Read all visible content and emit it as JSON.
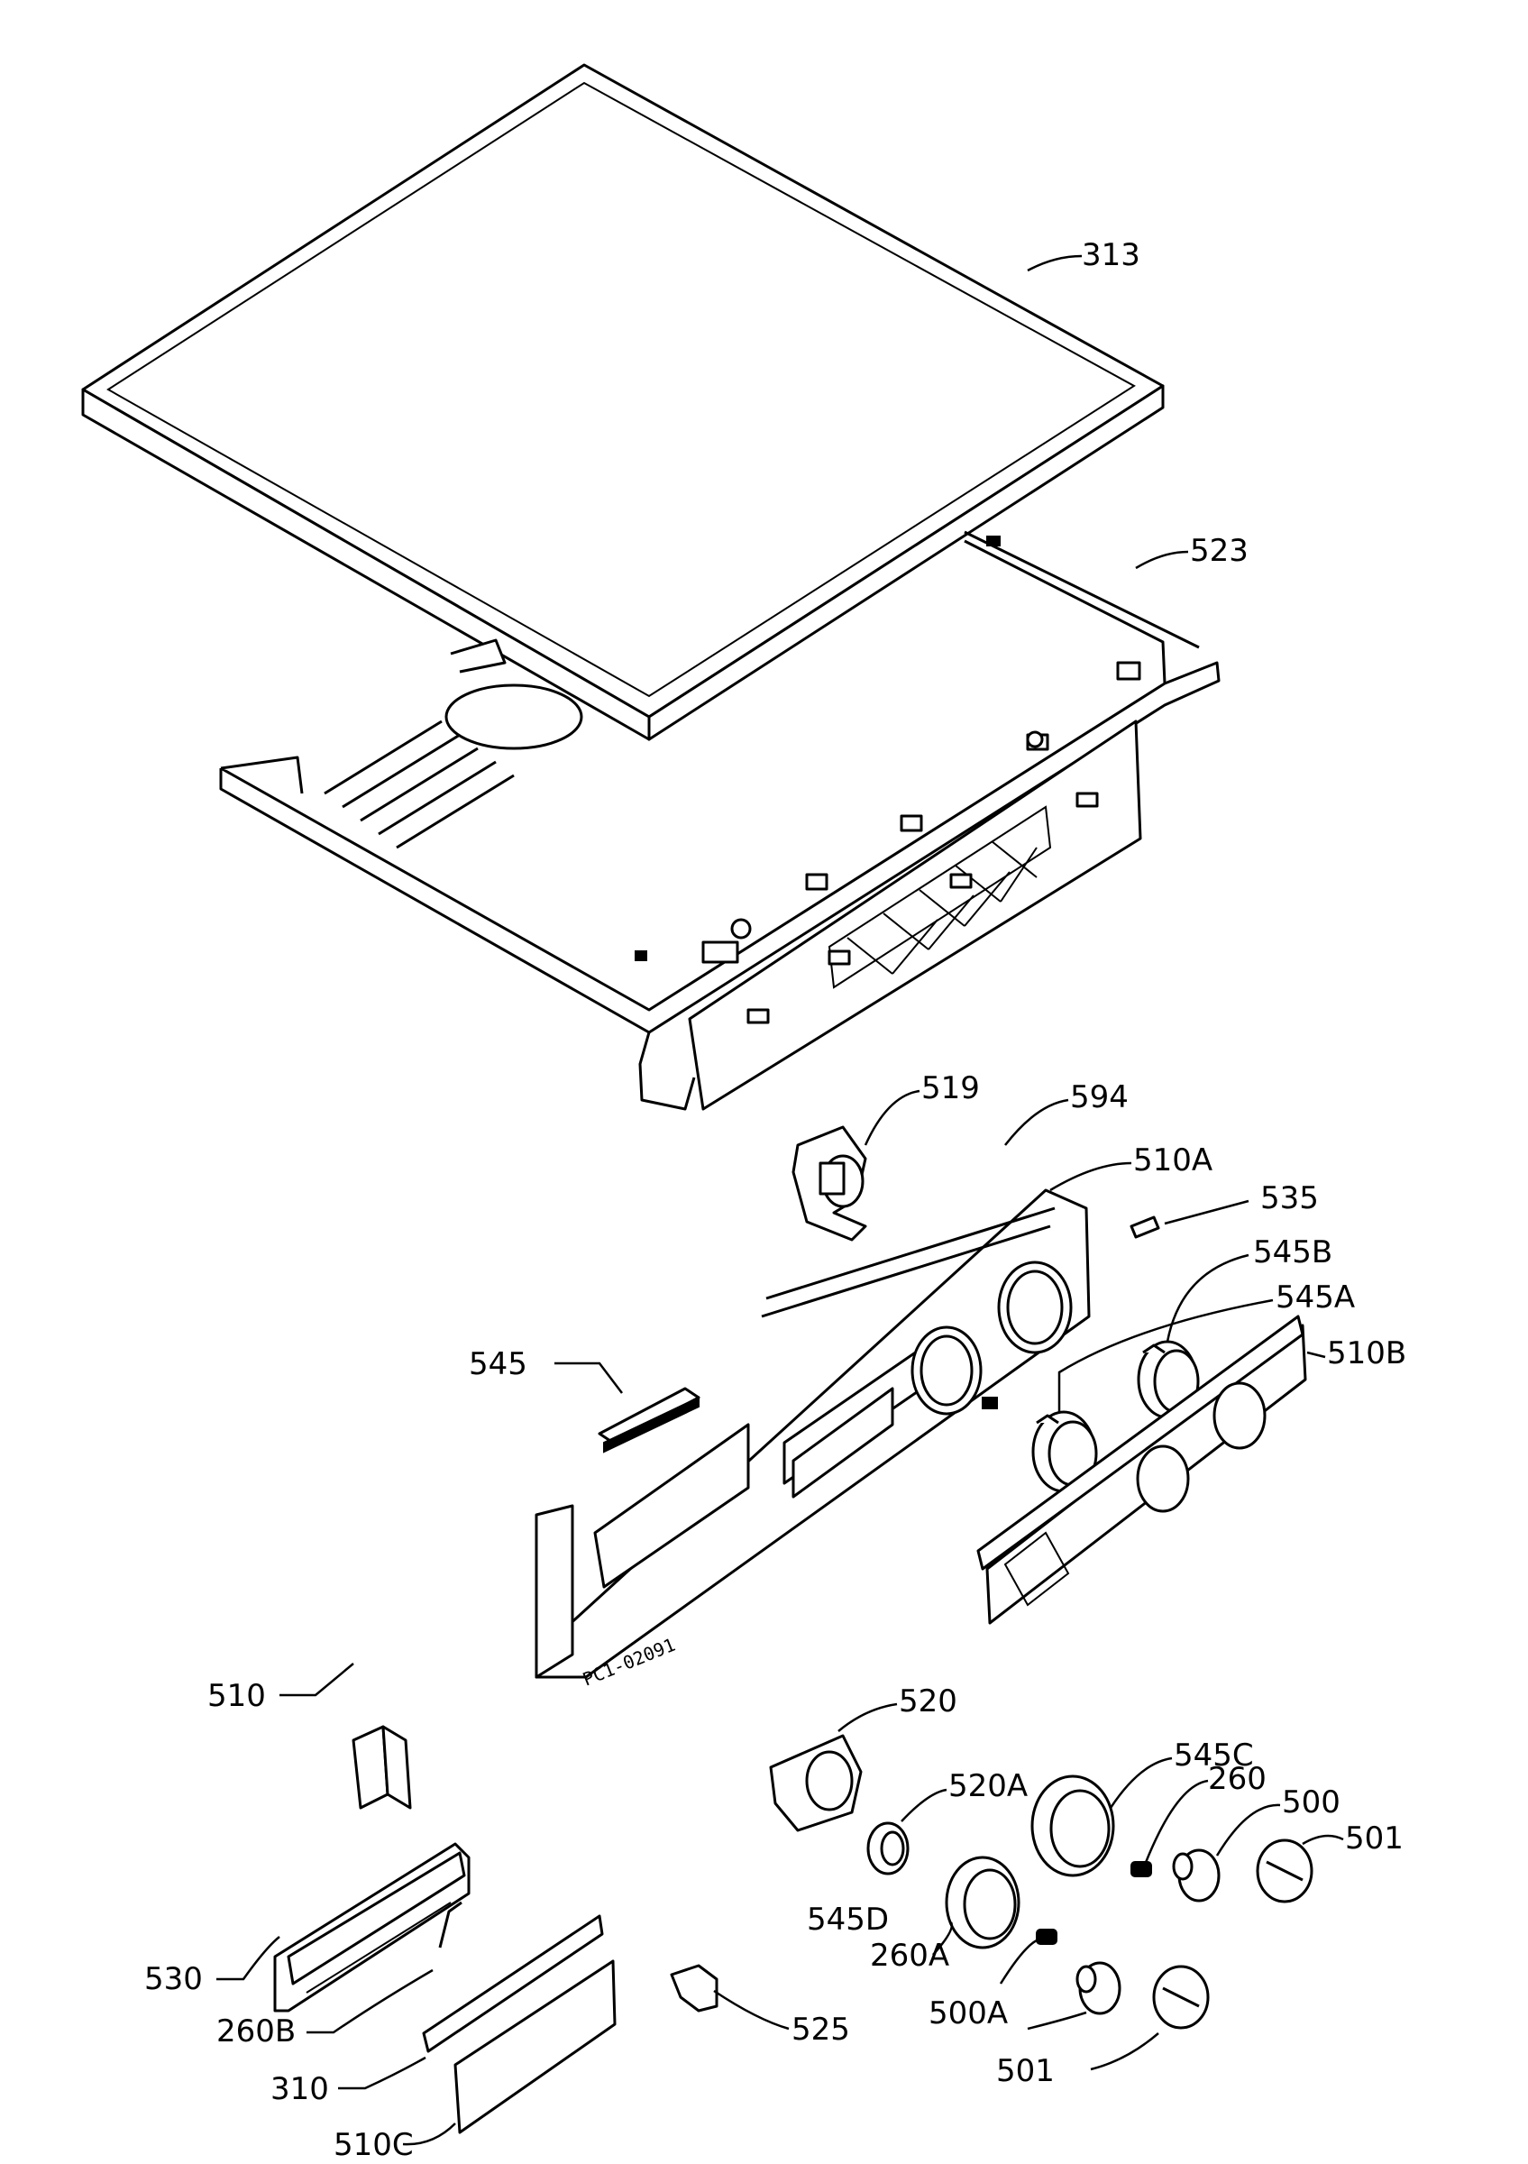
{
  "diagram": {
    "drawing_code": "PC1-02091",
    "labels": {
      "p313": "313",
      "p523": "523",
      "p519": "519",
      "p594": "594",
      "p510A": "510A",
      "p535": "535",
      "p545B": "545B",
      "p545A": "545A",
      "p510B": "510B",
      "p545": "545",
      "p510": "510",
      "p520": "520",
      "p520A": "520A",
      "p545C": "545C",
      "p260": "260",
      "p500": "500",
      "p501a": "501",
      "p545D": "545D",
      "p260A": "260A",
      "p500A": "500A",
      "p501b": "501",
      "p530": "530",
      "p260B": "260B",
      "p310": "310",
      "p510C": "510C",
      "p525": "525"
    }
  }
}
